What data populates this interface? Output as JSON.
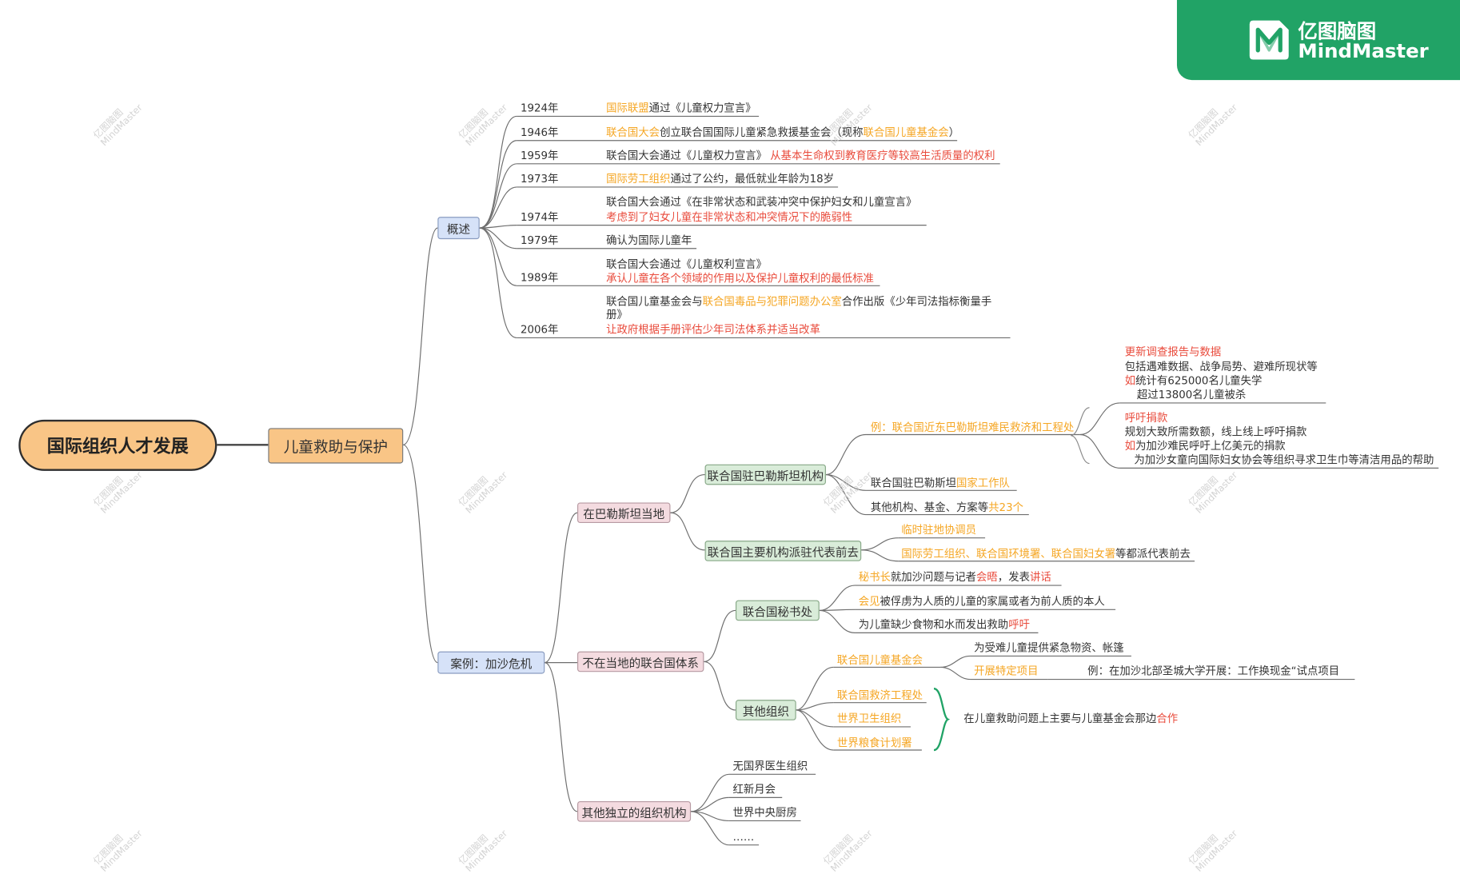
{
  "brand": {
    "name_cn": "亿图脑图",
    "name_en": "MindMaster",
    "logo_icon": "mindmaster-logo-icon"
  },
  "watermark": {
    "line1": "亿图脑图",
    "line2": "MindMaster"
  },
  "colors": {
    "accent_orange": "#f5a623",
    "accent_red": "#e94b3c",
    "brand_green": "#21a366",
    "root_fill": "#f9c586"
  },
  "root": "国际组织人才发展",
  "main_topic": "儿童救助与保护",
  "overview": {
    "label": "概述",
    "items": [
      {
        "year": "1924年",
        "line1": [
          [
            "国际联盟",
            "orange"
          ],
          [
            "通过《儿童权力宣言》",
            ""
          ]
        ]
      },
      {
        "year": "1946年",
        "line1": [
          [
            "联合国大会",
            "orange"
          ],
          [
            "创立联合国国际儿童紧急救援基金会（现称",
            ""
          ],
          [
            "联合国儿童基金会",
            "orange"
          ],
          [
            "）",
            ""
          ]
        ]
      },
      {
        "year": "1959年",
        "line1": [
          [
            "联合国大会通过《儿童权力宣言》 ",
            ""
          ],
          [
            "从基本生命权到教育医疗等较高生活质量的权利",
            "red"
          ]
        ]
      },
      {
        "year": "1973年",
        "line1": [
          [
            "国际劳工组织",
            "orange"
          ],
          [
            "通过了公约，最低就业年龄为18岁",
            ""
          ]
        ]
      },
      {
        "year": "1974年",
        "line1": [
          [
            "联合国大会通过《在非常状态和武装冲突中保护妇女和儿童宣言》",
            ""
          ]
        ],
        "line2": [
          [
            "考虑到了妇女儿童在非常状态和冲突情况下的脆弱性",
            "red"
          ]
        ]
      },
      {
        "year": "1979年",
        "line1": [
          [
            "确认为国际儿童年",
            ""
          ]
        ]
      },
      {
        "year": "1989年",
        "line1": [
          [
            "联合国大会通过《儿童权利宣言》",
            ""
          ]
        ],
        "line2": [
          [
            "承认儿童在各个领域的作用以及保护儿童权利的最低标准",
            "red"
          ]
        ]
      },
      {
        "year": "2006年",
        "line1": [
          [
            "联合国儿童基金会与",
            ""
          ],
          [
            "联合国毒品与犯罪问题办公室",
            "orange"
          ],
          [
            "合作出版《少年司法指标衡量手册》",
            ""
          ]
        ],
        "line2": [
          [
            "让政府根据手册评估少年司法体系并适当改革",
            "red"
          ]
        ]
      }
    ]
  },
  "case": {
    "label": "案例：加沙危机",
    "local": {
      "label": "在巴勒斯坦当地",
      "palestine_office": {
        "label": "联合国驻巴勒斯坦机构",
        "unrwa": {
          "label": "例：联合国近东巴勒斯坦难民救济和工程处",
          "report": {
            "title": "更新调查报告与数据",
            "lines": [
              [
                [
                  "包括遇难数据、战争局势、避难所现状等",
                  ""
                ]
              ],
              [
                [
                  "如",
                  "red"
                ],
                [
                  "统计有625000名儿童失学",
                  ""
                ]
              ],
              [
                [
                  "超过13800名儿童被杀",
                  ""
                ]
              ]
            ]
          },
          "appeal": {
            "title": "呼吁捐款",
            "lines": [
              [
                [
                  "规划大致所需数额，线上线上呼吁捐款",
                  ""
                ]
              ],
              [
                [
                  "如",
                  "red"
                ],
                [
                  "为加沙难民呼吁上亿美元的捐款",
                  ""
                ]
              ],
              [
                [
                  "为加沙女童向国际妇女协会等组织寻求卫生巾等清洁用品的帮助",
                  ""
                ]
              ]
            ]
          }
        },
        "country_team": [
          [
            "联合国驻巴勒斯坦",
            ""
          ],
          [
            "国家工作队",
            "orange"
          ]
        ],
        "others": [
          [
            "其他机构、基金、方案等",
            ""
          ],
          [
            "共23个",
            "orange"
          ]
        ]
      },
      "main_agencies": {
        "label": "联合国主要机构派驻代表前去",
        "coordinator": [
          [
            "临时驻地协调员",
            "orange"
          ]
        ],
        "agencies": [
          [
            "国际劳工组织、联合国环境署、联合国妇女署",
            "orange"
          ],
          [
            "等都派代表前去",
            ""
          ]
        ]
      }
    },
    "remote": {
      "label": "不在当地的联合国体系",
      "secretariat": {
        "label": "联合国秘书处",
        "items": [
          [
            [
              "秘书长",
              "orange"
            ],
            [
              "就加沙问题与记者",
              ""
            ],
            [
              "会晤",
              "red"
            ],
            [
              "，发表",
              ""
            ],
            [
              "讲话",
              "red"
            ]
          ],
          [
            [
              "会见",
              "orange"
            ],
            [
              "被俘虏为人质的儿童的家属或者为前人质的本人",
              ""
            ]
          ],
          [
            [
              "为儿童缺少食物和水而发出救助",
              ""
            ],
            [
              "呼吁",
              "red"
            ]
          ]
        ]
      },
      "others": {
        "label": "其他组织",
        "unicef": {
          "label": "联合国儿童基金会",
          "supply": [
            [
              "为受难儿童提供紧急物资、帐篷",
              ""
            ]
          ],
          "projects": [
            [
              "开展特定项目",
              "orange"
            ]
          ],
          "example": [
            [
              "例：在加沙北部圣城大学开展：工作换现金“试点项目",
              ""
            ]
          ]
        },
        "group": [
          [
            [
              "联合国救济工程处",
              "orange"
            ]
          ],
          [
            [
              "世界卫生组织",
              "orange"
            ]
          ],
          [
            [
              "世界粮食计划署",
              "orange"
            ]
          ]
        ],
        "group_note": [
          [
            "在儿童救助问题上主要与儿童基金会那边",
            ""
          ],
          [
            "合作",
            "red"
          ]
        ]
      }
    },
    "independent": {
      "label": "其他独立的组织机构",
      "items": [
        "无国界医生组织",
        "红新月会",
        "世界中央厨房",
        "……"
      ]
    }
  }
}
